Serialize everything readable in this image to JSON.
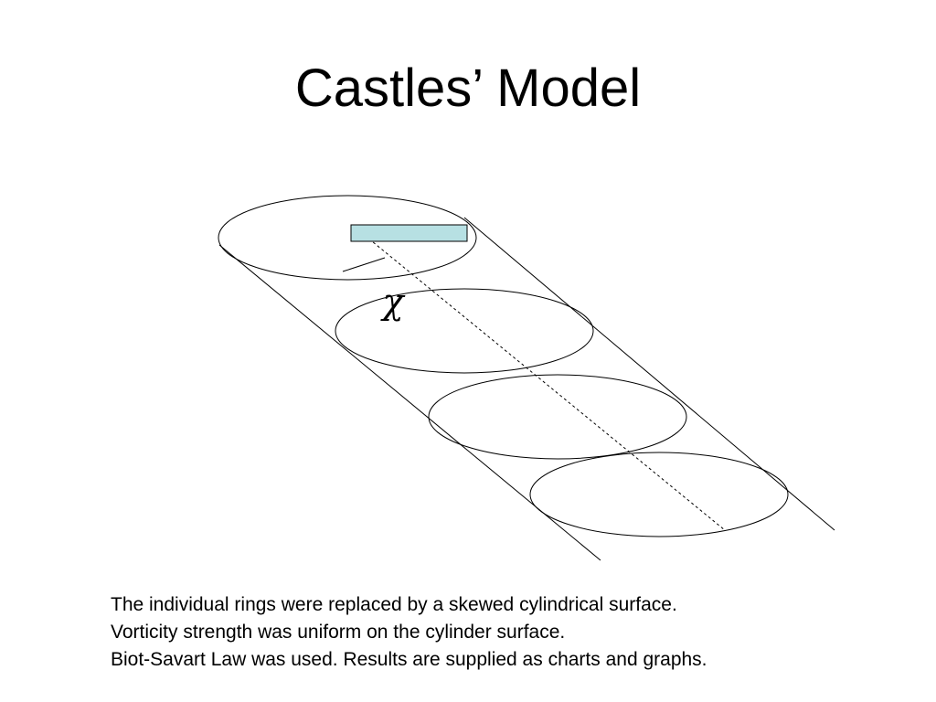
{
  "slide": {
    "title": "Castles’ Model",
    "caption_lines": [
      "The individual rings were replaced by a skewed cylindrical surface.",
      "Vorticity strength was uniform on the cylinder surface.",
      "Biot-Savart Law was used. Results are supplied as charts and graphs."
    ]
  },
  "diagram": {
    "symbol": "χ",
    "rotor_blade_color": "#b7e0e3",
    "line_color": "#000000"
  }
}
